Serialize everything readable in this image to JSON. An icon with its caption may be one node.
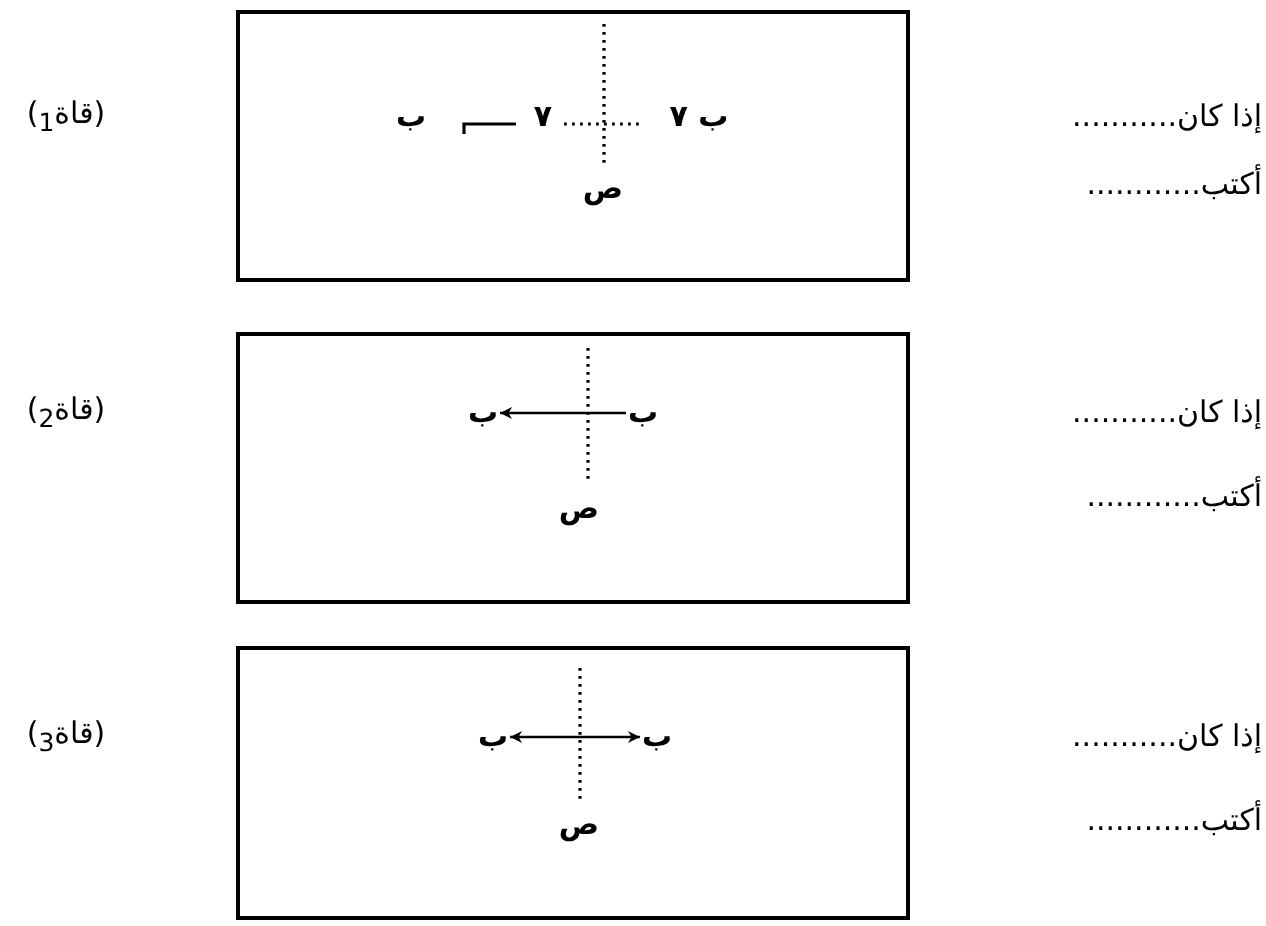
{
  "diagram": {
    "nodes": [
      {
        "text": [
          "ب ٧",
          "٧",
          "ب",
          "ص"
        ]
      },
      {
        "text": [
          "ص"
        ]
      },
      {
        "text": [
          "ب"
        ],
        "in": 1
      },
      {
        "text": [
          "ب"
        ],
        "in": 1
      },
      {
        "text": [
          "ص"
        ]
      },
      {
        "text": [
          "ب"
        ],
        "in": 4
      },
      {
        "text": [
          "ب"
        ],
        "in": 4
      }
    ],
    "edges": [
      {
        "from": 2,
        "to": 3,
        "arrow": "to"
      },
      {
        "from": 5,
        "to": 6,
        "arrow": "both"
      }
    ],
    "labels": [
      "إذا كان...........",
      "(قاة$_{1}$)",
      "أكتب............",
      "إذا كان...........",
      "(قاة$_{2}$)",
      "أكتب............",
      "إذا كان...........",
      "(قاة$_{3}$)",
      "أكتب............"
    ]
  }
}
